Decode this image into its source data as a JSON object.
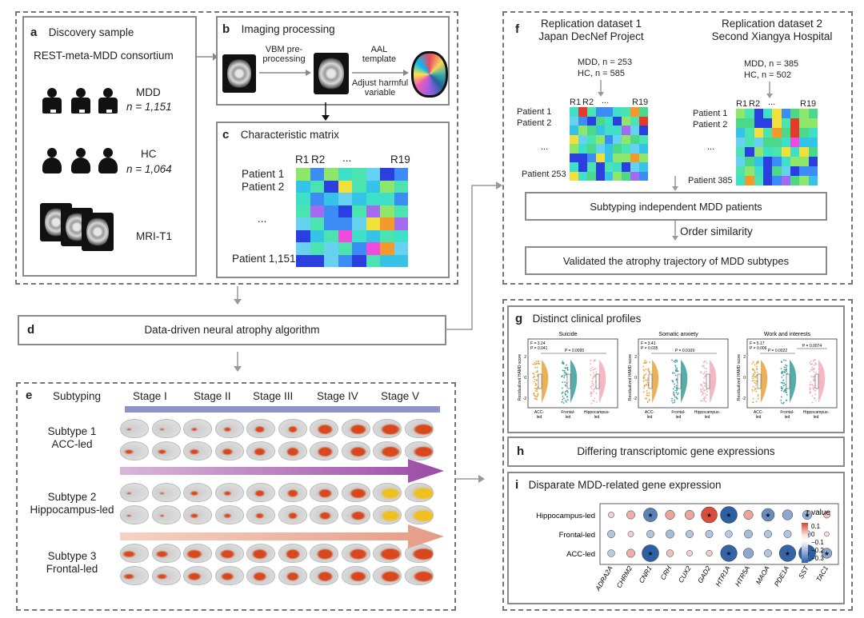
{
  "panel_a": {
    "label": "a",
    "title": "Discovery sample",
    "consortium": "REST-meta-MDD consortium",
    "mdd": "MDD",
    "mdd_n": "n = 1,151",
    "hc": "HC",
    "hc_n": "n = 1,064",
    "mri": "MRI-T1"
  },
  "panel_b": {
    "label": "b",
    "title": "Imaging processing",
    "vbm": "VBM pre-\nprocessing",
    "aal": "AAL\ntemplate",
    "adjust": "Adjust harmful\nvariable"
  },
  "panel_c": {
    "label": "c",
    "title": "Characteristic matrix",
    "r1": "R1",
    "r2": "R2",
    "dots": "...",
    "r19": "R19",
    "p1": "Patient 1",
    "p2": "Patient 2",
    "pdots": "...",
    "plast": "Patient 1,151"
  },
  "panel_d": {
    "label": "d",
    "text": "Data-driven neural atrophy algorithm"
  },
  "panel_e": {
    "label": "e",
    "subtyping": "Subtyping",
    "stages": [
      "Stage I",
      "Stage II",
      "Stage III",
      "Stage IV",
      "Stage V"
    ],
    "subtypes": [
      {
        "line1": "Subtype 1",
        "line2": "ACC-led"
      },
      {
        "line1": "Subtype 2",
        "line2": "Hippocampus-led"
      },
      {
        "line1": "Subtype 3",
        "line2": "Frontal-led"
      }
    ]
  },
  "panel_f": {
    "label": "f",
    "rep1_title": "Replication dataset 1",
    "rep1_sub": "Japan DecNef Project",
    "rep2_title": "Replication dataset 2",
    "rep2_sub": "Second Xiangya Hospital",
    "rep1_mdd": "MDD, n = 253",
    "rep1_hc": "HC, n = 585",
    "rep2_mdd": "MDD, n = 385",
    "rep2_hc": "HC, n = 502",
    "r1": "R1",
    "r2": "R2",
    "dots": "...",
    "r19": "R19",
    "p1": "Patient 1",
    "p2": "Patient 2",
    "pdots": "...",
    "plast1": "Patient 253",
    "plast2": "Patient 385",
    "subtyping": "Subtyping independent MDD patients",
    "order": "Order similarity",
    "validated": "Validated the atrophy trajectory of MDD subtypes"
  },
  "panel_g": {
    "label": "g",
    "title": "Distinct clinical profiles",
    "ylabel": "Residualized HAMD score",
    "groups": [
      "ACC-\nled",
      "Frontal-\nled",
      "Hippocampus-\nled"
    ],
    "plots": [
      {
        "title": "Suicide",
        "f": "F = 3.24",
        "p": "P = 0.041",
        "comp": "P = 0.0095"
      },
      {
        "title": "Somatic anxiety",
        "f": "F = 3.41",
        "p": "P = 0.035",
        "comp": "P = 0.0109"
      },
      {
        "title": "Work and interests",
        "f": "F = 5.17",
        "p": "P = 0.006",
        "comp": "P = 0.0022",
        "comp2": "P = 0.0074"
      }
    ],
    "ticks": [
      "2",
      "0",
      "-2"
    ]
  },
  "panel_h": {
    "label": "h",
    "text": "Differing transcriptomic gene expressions"
  },
  "panel_i": {
    "label": "i",
    "title": "Disparate MDD-related gene expression",
    "rows": [
      "Hippocampus-led",
      "Frontal-led",
      "ACC-led"
    ],
    "genes": [
      "ADRA2A",
      "CHRM2",
      "CNR1",
      "CRH",
      "CUX2",
      "GAD2",
      "HTR1A",
      "HTR5A",
      "MAOA",
      "PDE1A",
      "SST",
      "TAC1"
    ],
    "legend_title": "r value",
    "legend_ticks": [
      "0.1",
      "0",
      "−0.1",
      "−0.2",
      "−0.3"
    ],
    "colors": {
      "positive": "#d6402e",
      "negative": "#2c5fa3"
    },
    "values": [
      [
        0.02,
        0.08,
        -0.2,
        0.1,
        0.1,
        0.25,
        -0.28,
        0.1,
        -0.18,
        -0.12,
        -0.1,
        0.04
      ],
      [
        -0.06,
        0.02,
        -0.06,
        -0.08,
        -0.06,
        -0.06,
        -0.05,
        -0.08,
        -0.06,
        -0.06,
        -0.05,
        0
      ],
      [
        -0.05,
        0.08,
        -0.28,
        0.05,
        0.02,
        0.03,
        -0.26,
        -0.12,
        -0.06,
        -0.26,
        -0.28,
        -0.12
      ]
    ],
    "stars": [
      [
        false,
        false,
        true,
        false,
        false,
        true,
        true,
        false,
        true,
        false,
        true,
        false
      ],
      [
        false,
        false,
        false,
        false,
        false,
        false,
        false,
        false,
        false,
        false,
        true,
        false
      ],
      [
        false,
        false,
        true,
        false,
        false,
        false,
        true,
        false,
        false,
        true,
        true,
        true
      ]
    ]
  }
}
